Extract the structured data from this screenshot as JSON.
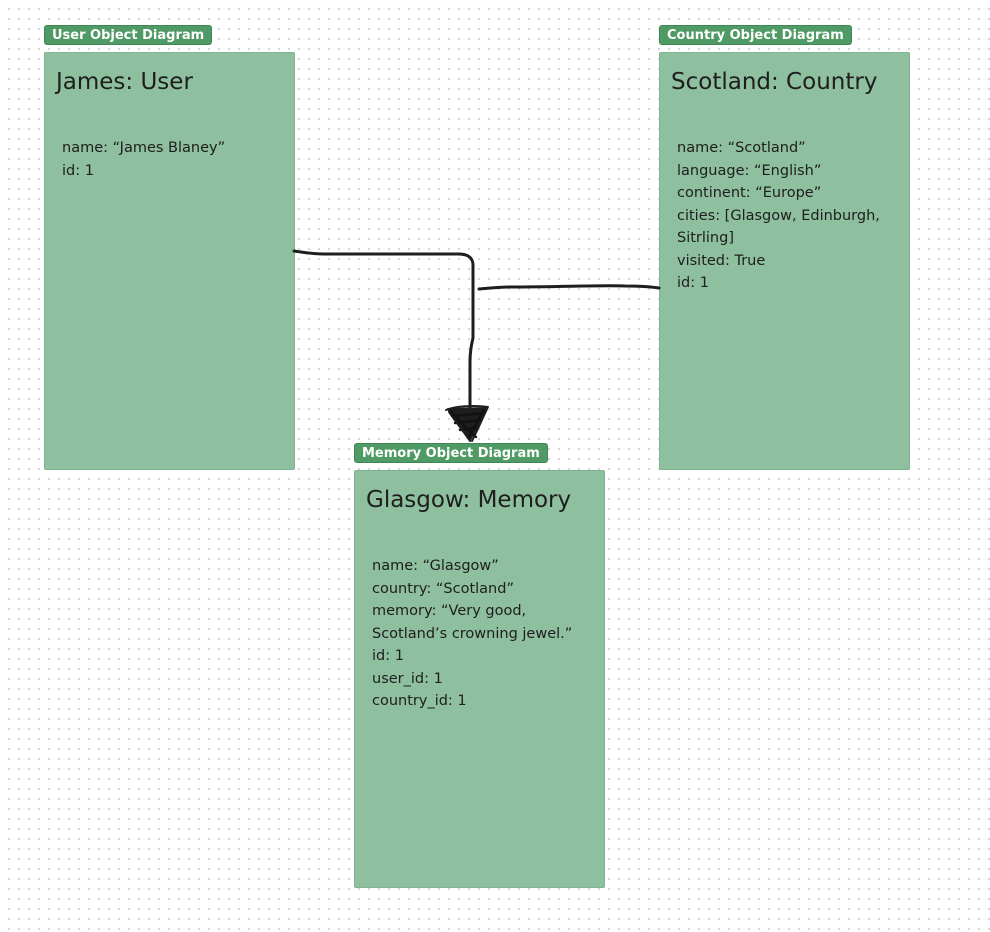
{
  "user_diagram": {
    "tag": "User Object Diagram",
    "title": "James: User",
    "attributes": [
      "name: “James Blaney”",
      "id: 1"
    ]
  },
  "country_diagram": {
    "tag": "Country Object Diagram",
    "title": "Scotland: Country",
    "attributes": [
      "name: “Scotland”",
      "language: “English”",
      "continent: “Europe”",
      "cities: [Glasgow, Edinburgh,",
      "Sitrling]",
      "visited: True",
      "id: 1"
    ]
  },
  "memory_diagram": {
    "tag": "Memory Object Diagram",
    "title": "Glasgow: Memory",
    "attributes": [
      "name: “Glasgow”",
      "country: “Scotland”",
      "memory: “Very good,",
      "Scotland’s crowning jewel.”",
      "id: 1",
      "user_id: 1",
      "country_id: 1"
    ]
  },
  "colors": {
    "frame_fill": "#8ebf9e",
    "tag_fill": "#4f9a65",
    "connector": "#1e1e1e",
    "canvas_dots": "#cfcfcf"
  }
}
